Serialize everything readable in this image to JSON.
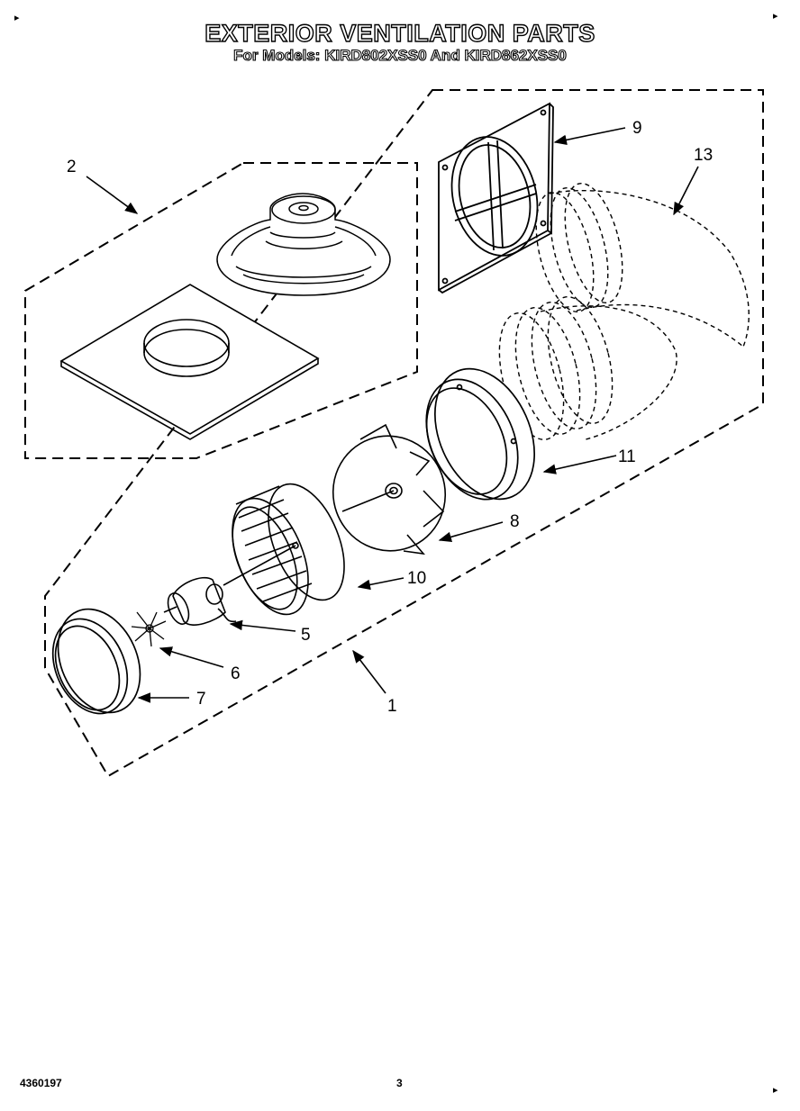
{
  "header": {
    "title": "EXTERIOR VENTILATION PARTS",
    "subtitle": "For Models: KIRD802XSS0 And KIRD862XSS0"
  },
  "callouts": {
    "c1": "1",
    "c2": "2",
    "c5": "5",
    "c6": "6",
    "c7": "7",
    "c8": "8",
    "c9": "9",
    "c10": "10",
    "c11": "11",
    "c13": "13"
  },
  "footer": {
    "part_number": "4360197",
    "page_number": "3"
  },
  "marks": {
    "corner": "▸"
  }
}
